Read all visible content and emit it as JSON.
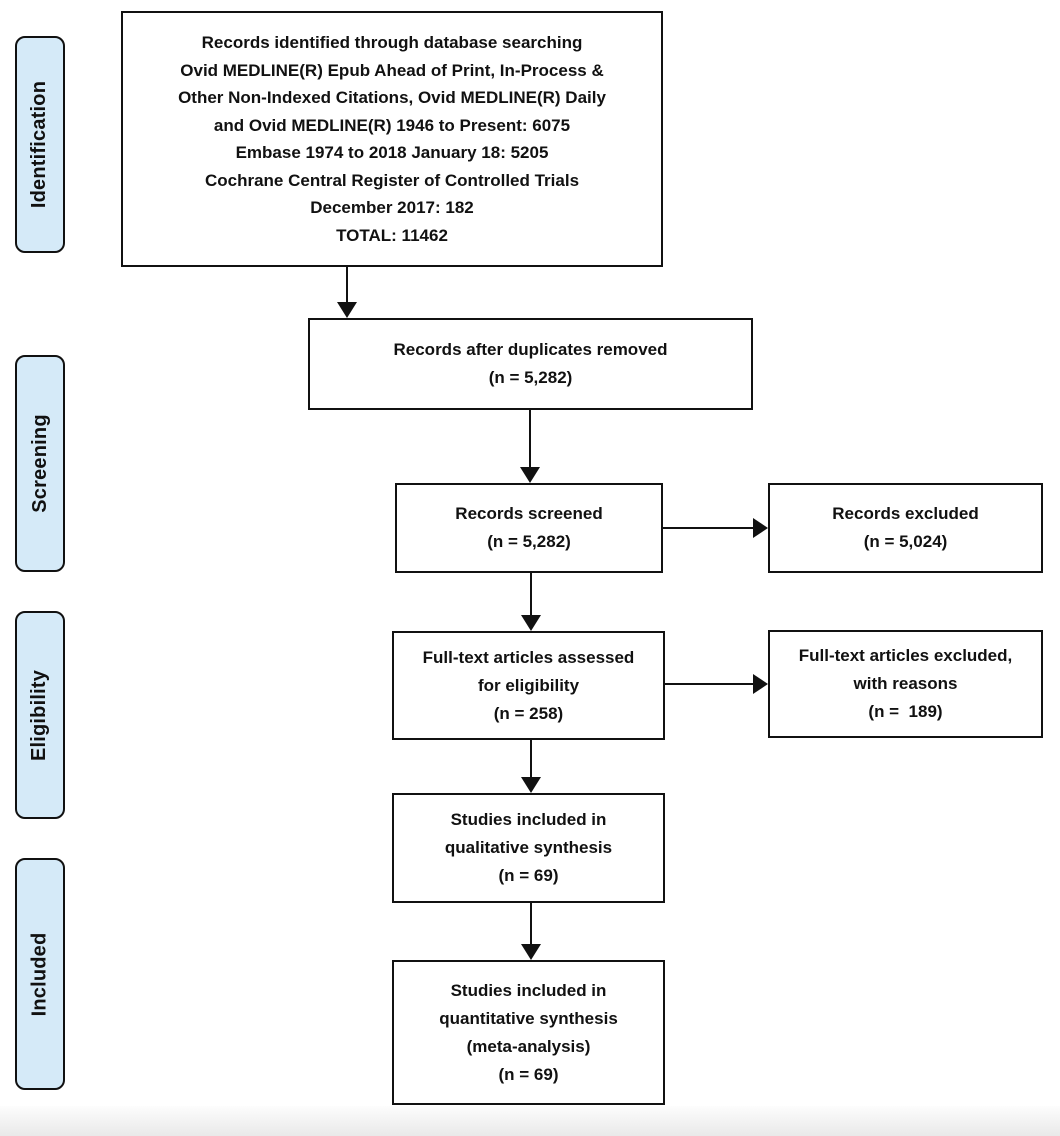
{
  "stages": [
    {
      "label": "Identification"
    },
    {
      "label": "Screening"
    },
    {
      "label": "Eligibility"
    },
    {
      "label": "Included"
    }
  ],
  "boxes": {
    "records_identified": {
      "lines": [
        "Records identified through database searching",
        "Ovid MEDLINE(R) Epub Ahead of Print, In-Process &",
        "Other Non-Indexed Citations, Ovid MEDLINE(R) Daily",
        "and Ovid MEDLINE(R) 1946 to Present: 6075",
        "Embase 1974 to 2018 January 18: 5205",
        "Cochrane Central Register of Controlled Trials",
        "December 2017: 182",
        "TOTAL: 11462"
      ]
    },
    "duplicates_removed": {
      "lines": [
        "Records after duplicates removed",
        "(n = 5,282)"
      ]
    },
    "records_screened": {
      "lines": [
        "Records screened",
        "(n = 5,282)"
      ]
    },
    "records_excluded": {
      "lines": [
        "Records excluded",
        "(n = 5,024)"
      ]
    },
    "fulltext_assessed": {
      "lines": [
        "Full-text articles assessed",
        "for eligibility",
        "(n = 258)"
      ]
    },
    "fulltext_excluded": {
      "lines": [
        "Full-text articles excluded,",
        "with reasons",
        "(n =  189)"
      ]
    },
    "qualitative_synthesis": {
      "lines": [
        "Studies included in",
        "qualitative synthesis",
        "(n = 69)"
      ]
    },
    "quantitative_synthesis": {
      "lines": [
        "Studies included in",
        "quantitative synthesis",
        "(meta-analysis)",
        "(n = 69)"
      ]
    }
  },
  "colors": {
    "stage_fill": "#d5eaf8",
    "box_fill": "#ffffff",
    "border": "#111111",
    "arrow": "#111111",
    "page_background": "#ffffff",
    "footer_shade": "#e9e9e9"
  }
}
